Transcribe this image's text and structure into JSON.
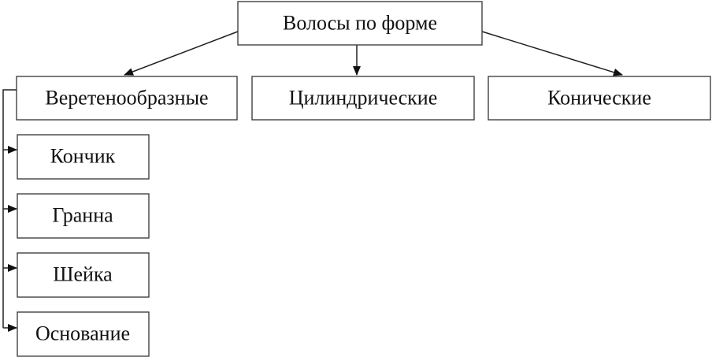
{
  "root": {
    "label": "Волосы по форме"
  },
  "categories": [
    {
      "label": "Веретенообразные"
    },
    {
      "label": "Цилиндрические"
    },
    {
      "label": "Конические"
    }
  ],
  "parts": [
    {
      "label": "Кончик"
    },
    {
      "label": "Гранна"
    },
    {
      "label": "Шейка"
    },
    {
      "label": "Основание"
    }
  ]
}
